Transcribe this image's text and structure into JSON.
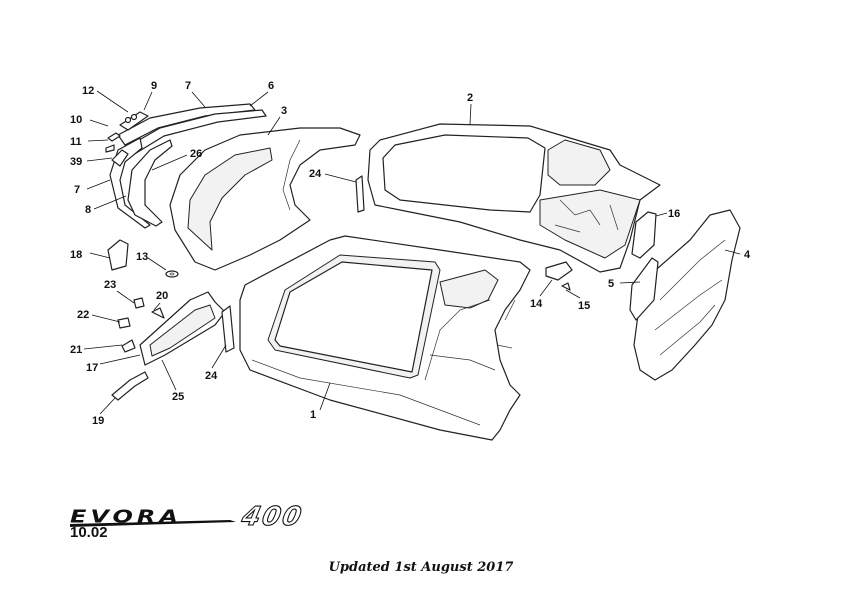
{
  "footer": {
    "section_number": "10.02",
    "updated": "Updated 1st August 2017"
  },
  "logo": {
    "model": "EVORA",
    "variant": "400"
  },
  "callouts": [
    {
      "id": "c1",
      "label": "1"
    },
    {
      "id": "c2",
      "label": "2"
    },
    {
      "id": "c3",
      "label": "3"
    },
    {
      "id": "c4",
      "label": "4"
    },
    {
      "id": "c5",
      "label": "5"
    },
    {
      "id": "c6",
      "label": "6"
    },
    {
      "id": "c7a",
      "label": "7"
    },
    {
      "id": "c7b",
      "label": "7"
    },
    {
      "id": "c8",
      "label": "8"
    },
    {
      "id": "c9",
      "label": "9"
    },
    {
      "id": "c10",
      "label": "10"
    },
    {
      "id": "c11",
      "label": "11"
    },
    {
      "id": "c12",
      "label": "12"
    },
    {
      "id": "c13",
      "label": "13"
    },
    {
      "id": "c14",
      "label": "14"
    },
    {
      "id": "c15",
      "label": "15"
    },
    {
      "id": "c16",
      "label": "16"
    },
    {
      "id": "c17",
      "label": "17"
    },
    {
      "id": "c18",
      "label": "18"
    },
    {
      "id": "c19",
      "label": "19"
    },
    {
      "id": "c20",
      "label": "20"
    },
    {
      "id": "c21",
      "label": "21"
    },
    {
      "id": "c22",
      "label": "22"
    },
    {
      "id": "c23",
      "label": "23"
    },
    {
      "id": "c24a",
      "label": "24"
    },
    {
      "id": "c24b",
      "label": "24"
    },
    {
      "id": "c25",
      "label": "25"
    },
    {
      "id": "c26",
      "label": "26"
    },
    {
      "id": "c39",
      "label": "39"
    }
  ]
}
